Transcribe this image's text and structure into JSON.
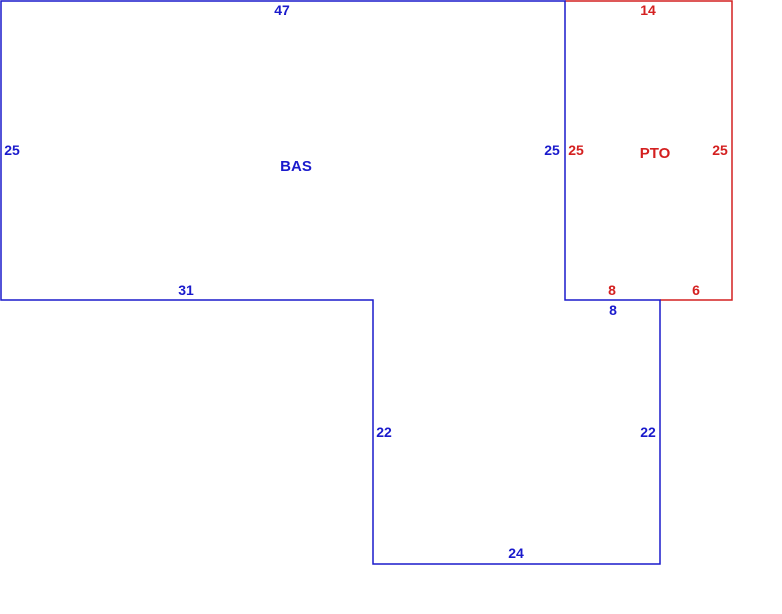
{
  "colors": {
    "living_area": "#1a1acc",
    "porch": "#d42020",
    "background": "#ffffff"
  },
  "areas": {
    "bas": {
      "label": "BAS",
      "sides": {
        "top": "47",
        "left": "25",
        "right_upper": "25",
        "step_horizontal": "31",
        "inner_left": "22",
        "bottom": "24",
        "inner_right": "22",
        "notch": "8"
      }
    },
    "pto": {
      "label": "PTO",
      "sides": {
        "top": "14",
        "left": "25",
        "right": "25",
        "bottom_left": "8",
        "bottom_right": "6"
      }
    }
  }
}
